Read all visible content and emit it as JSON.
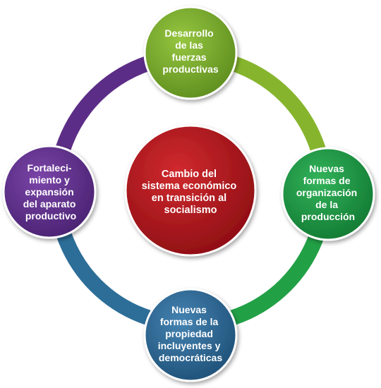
{
  "center": {
    "lines": [
      "Cambio del",
      "sistema económico",
      "en transición al",
      "socialismo"
    ],
    "color": "#B3151C"
  },
  "nodes": [
    {
      "id": "top",
      "lines": [
        "Desarrollo",
        "de las",
        "fuerzas",
        "productivas"
      ],
      "color": "#7FB02F"
    },
    {
      "id": "right",
      "lines": [
        "Nuevas",
        "formas de",
        "organización",
        "de la",
        "producción"
      ],
      "color": "#1C9A45"
    },
    {
      "id": "bottom",
      "lines": [
        "Nuevas",
        "formas de la",
        "propiedad",
        "incluyentes y",
        "democráticas"
      ],
      "color": "#2E6A96"
    },
    {
      "id": "left",
      "lines": [
        "Fortaleci-",
        "miento y",
        "expansión",
        "del aparato",
        "productivo"
      ],
      "color": "#62308F"
    }
  ],
  "ring_colors": {
    "top_right": "#86B52D",
    "right_bottom": "#22A046",
    "bottom_left": "#2D6E98",
    "left_top": "#5C2D86"
  }
}
